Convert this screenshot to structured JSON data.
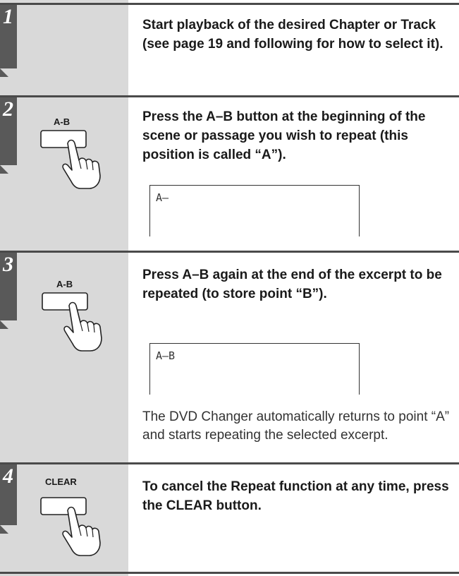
{
  "steps": [
    {
      "number": "1",
      "text": "Start playback of the desired Chapter or Track (see page 19 and following for how to select it)."
    },
    {
      "number": "2",
      "button_label": "A-B",
      "text": "Press the A–B button at the beginning of the scene or passage you wish to repeat (this position is called “A”).",
      "display": "A–"
    },
    {
      "number": "3",
      "button_label": "A-B",
      "text": "Press A–B again at the end of the excerpt to be repeated (to store point “B”).",
      "display": "A–B",
      "note": "The DVD Changer automatically returns to point “A” and starts repeating the selected excerpt."
    },
    {
      "number": "4",
      "button_label": "CLEAR",
      "text": "To cancel the Repeat function at any time, press the CLEAR button."
    }
  ],
  "icons": {
    "button": "button-icon",
    "hand": "pointing-hand-icon"
  },
  "colors": {
    "panel": "#d9d9d9",
    "tab": "#595959",
    "rule": "#4a4a4a",
    "text": "#1a1a1a"
  }
}
